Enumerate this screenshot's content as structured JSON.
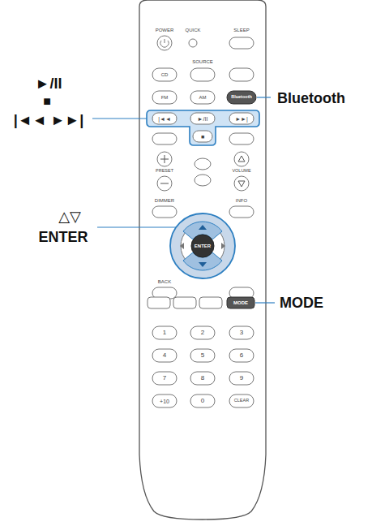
{
  "diagram": {
    "labels": [
      "►/II",
      "■",
      "|◄◄ ►►|",
      "Bluetooth",
      "△▽",
      "ENTER",
      "MODE",
      "POWER",
      "QUICK",
      "SLEEP",
      "SOURCE",
      "CD",
      "FM",
      "AM",
      "Bluetooth",
      "|◄◄",
      "►/II",
      "►►|",
      "■",
      "PRESET",
      "VOLUME",
      "DIMMER",
      "INFO",
      "ENTER",
      "BACK",
      "MODE",
      "1",
      "2",
      "3",
      "4",
      "5",
      "6",
      "7",
      "8",
      "9",
      "+10",
      "0",
      "CLEAR"
    ]
  }
}
